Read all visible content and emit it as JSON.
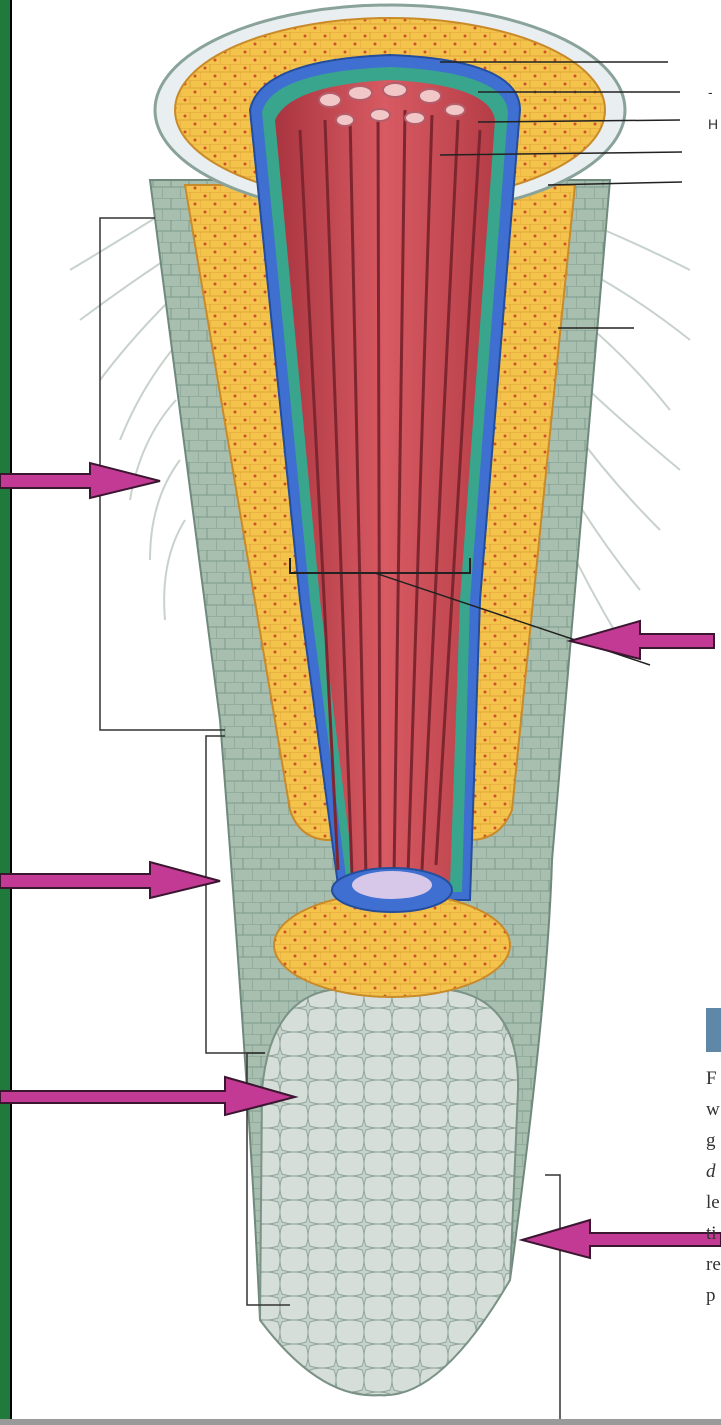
{
  "figure": {
    "caption_fragments": [
      "F",
      "w",
      "g",
      "d",
      "le",
      "ti",
      "re",
      "p"
    ],
    "stray_marks": [
      "H",
      "-"
    ],
    "colors": {
      "epidermis": "#9cb7a9",
      "cortex": "#f3c34c",
      "endodermis": "#3f6fd0",
      "pericycle": "#38a58c",
      "xylem": "#d24d55",
      "root_cap": "#c9d3cd",
      "arrow": "#c23a93",
      "frame": "#1f7a3c"
    }
  }
}
